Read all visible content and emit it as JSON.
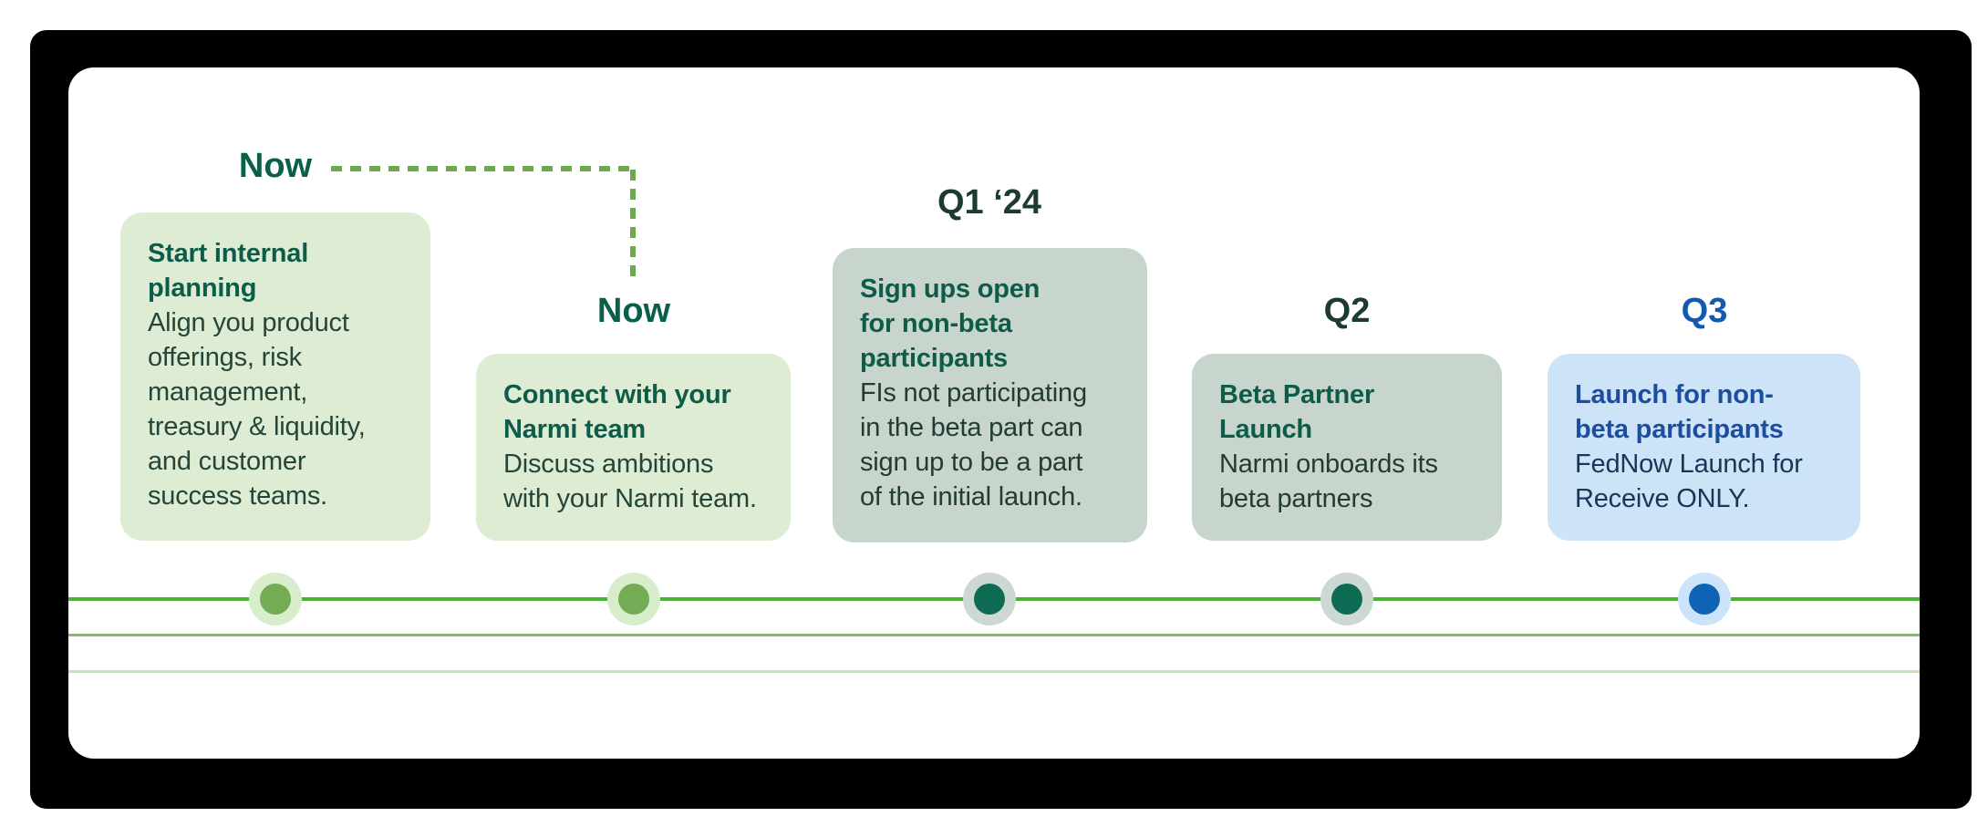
{
  "infographic": {
    "type": "timeline-roadmap",
    "milestones": [
      {
        "label": "Now",
        "title": "Start internal\nplanning",
        "body": "Align you product\nofferings, risk\nmanagement,\ntreasury & liquidity,\nand customer\nsuccess teams.",
        "variant": "green",
        "card_bg": "#ddecd2",
        "title_color": "#0d5c49",
        "body_color": "#25453a",
        "dot_inner": "#74ac55",
        "dot_halo": "#d8edcb"
      },
      {
        "label": "Now",
        "title": "Connect with your\nNarmi team",
        "body": "Discuss ambitions\nwith your Narmi team.",
        "variant": "green",
        "card_bg": "#ddecd2",
        "title_color": "#0d5c49",
        "body_color": "#25453a",
        "dot_inner": "#74ac55",
        "dot_halo": "#d8edcb"
      },
      {
        "label": "Q1 ‘24",
        "title": "Sign ups open\nfor non-beta\nparticipants",
        "body": "FIs not participating\nin the beta part can\nsign up to be a part\nof the initial launch.",
        "variant": "sage",
        "card_bg": "#c7d5cc",
        "title_color": "#0d5c49",
        "body_color": "#223c33",
        "dot_inner": "#0d6a53",
        "dot_halo": "#ccd8d1"
      },
      {
        "label": "Q2",
        "title": "Beta Partner\nLaunch",
        "body": "Narmi onboards its\nbeta partners",
        "variant": "sage",
        "card_bg": "#c7d5cc",
        "title_color": "#0d5c49",
        "body_color": "#223c33",
        "dot_inner": "#0d6a53",
        "dot_halo": "#ccd8d1"
      },
      {
        "label": "Q3",
        "title": "Launch for non-\nbeta participants",
        "body": "FedNow Launch for\nReceive ONLY.",
        "variant": "blue",
        "card_bg": "#cce3f8",
        "title_color": "#1c4d9e",
        "body_color": "#1c3557",
        "dot_inner": "#0f63b5",
        "dot_halo": "#cce3fa"
      }
    ],
    "connector": {
      "from_label": "Now",
      "to_label": "Now",
      "style": "dashed",
      "color": "#6ca94e"
    },
    "timeline": {
      "line_primary_color": "#4cb139",
      "line_secondary_color": "#7dc068",
      "line_tertiary_color": "#c5e3b5"
    },
    "frame_color": "#000000",
    "panel_color": "#ffffff"
  }
}
